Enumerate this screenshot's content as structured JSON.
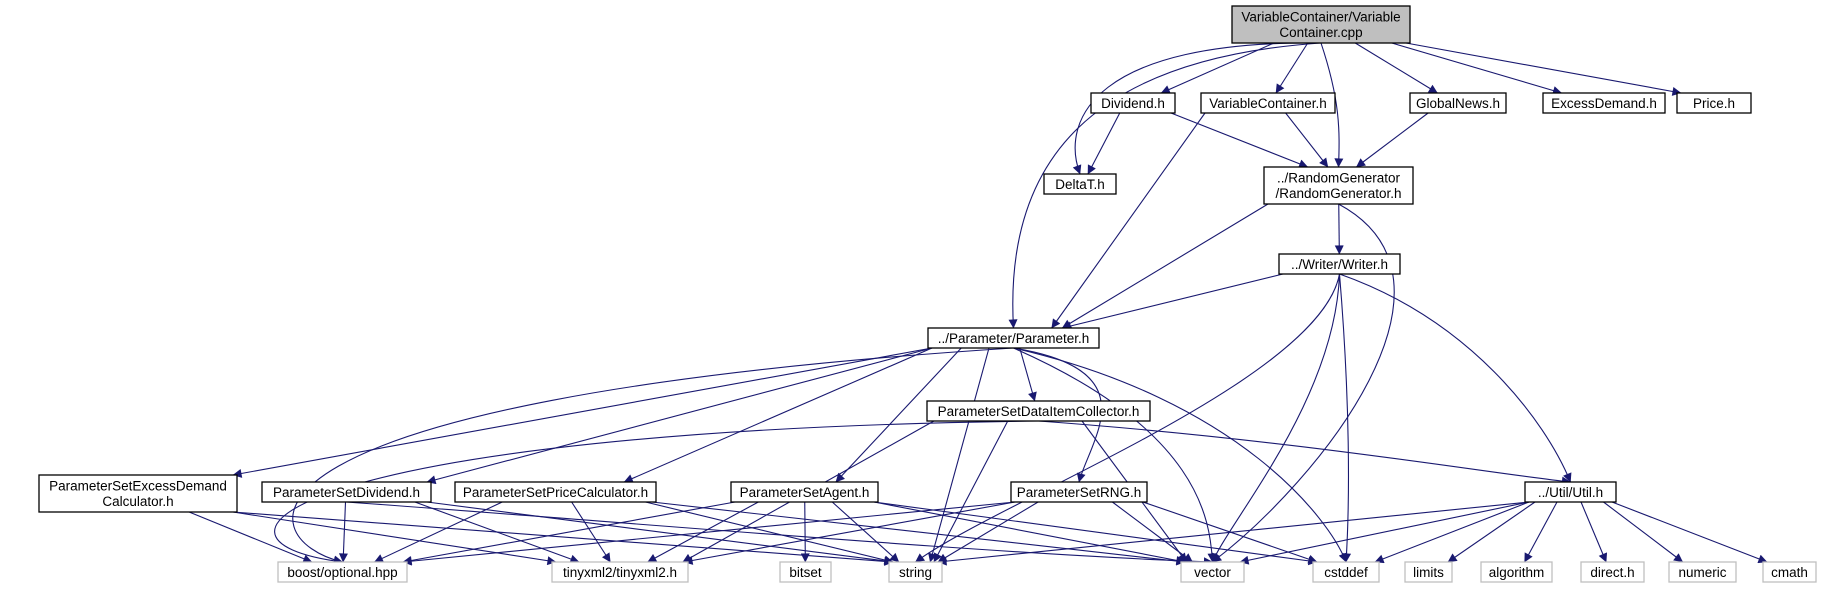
{
  "diagram": {
    "type": "include-dependency-graph",
    "colors": {
      "edge": "#191970",
      "node_border": "#000000",
      "node_fill": "#ffffff",
      "root_fill": "#bfbfbf",
      "external_border": "#bfbfbf"
    },
    "nodes": [
      {
        "id": "root",
        "lines": [
          "VariableContainer/Variable",
          "Container.cpp"
        ],
        "kind": "root"
      },
      {
        "id": "dividend",
        "lines": [
          "Dividend.h"
        ],
        "kind": "header"
      },
      {
        "id": "variablecontainer",
        "lines": [
          "VariableContainer.h"
        ],
        "kind": "header"
      },
      {
        "id": "globalnews",
        "lines": [
          "GlobalNews.h"
        ],
        "kind": "header"
      },
      {
        "id": "excessdemand",
        "lines": [
          "ExcessDemand.h"
        ],
        "kind": "header"
      },
      {
        "id": "price",
        "lines": [
          "Price.h"
        ],
        "kind": "header"
      },
      {
        "id": "deltat",
        "lines": [
          "DeltaT.h"
        ],
        "kind": "header"
      },
      {
        "id": "randomgenerator",
        "lines": [
          "../RandomGenerator",
          "/RandomGenerator.h"
        ],
        "kind": "header"
      },
      {
        "id": "writer",
        "lines": [
          "../Writer/Writer.h"
        ],
        "kind": "header"
      },
      {
        "id": "parameter",
        "lines": [
          "../Parameter/Parameter.h"
        ],
        "kind": "header"
      },
      {
        "id": "dataitemcollector",
        "lines": [
          "ParameterSetDataItemCollector.h"
        ],
        "kind": "header"
      },
      {
        "id": "excessdemandcalc",
        "lines": [
          "ParameterSetExcessDemand",
          "Calculator.h"
        ],
        "kind": "header"
      },
      {
        "id": "psdividend",
        "lines": [
          "ParameterSetDividend.h"
        ],
        "kind": "header"
      },
      {
        "id": "pricecalc",
        "lines": [
          "ParameterSetPriceCalculator.h"
        ],
        "kind": "header"
      },
      {
        "id": "agent",
        "lines": [
          "ParameterSetAgent.h"
        ],
        "kind": "header"
      },
      {
        "id": "rng",
        "lines": [
          "ParameterSetRNG.h"
        ],
        "kind": "header"
      },
      {
        "id": "util",
        "lines": [
          "../Util/Util.h"
        ],
        "kind": "header"
      },
      {
        "id": "boostoptional",
        "lines": [
          "boost/optional.hpp"
        ],
        "kind": "external"
      },
      {
        "id": "tinyxml2",
        "lines": [
          "tinyxml2/tinyxml2.h"
        ],
        "kind": "external"
      },
      {
        "id": "bitset",
        "lines": [
          "bitset"
        ],
        "kind": "external"
      },
      {
        "id": "string",
        "lines": [
          "string"
        ],
        "kind": "external"
      },
      {
        "id": "vector",
        "lines": [
          "vector"
        ],
        "kind": "external"
      },
      {
        "id": "cstddef",
        "lines": [
          "cstddef"
        ],
        "kind": "external"
      },
      {
        "id": "limits",
        "lines": [
          "limits"
        ],
        "kind": "external"
      },
      {
        "id": "algorithm",
        "lines": [
          "algorithm"
        ],
        "kind": "external"
      },
      {
        "id": "directh",
        "lines": [
          "direct.h"
        ],
        "kind": "external"
      },
      {
        "id": "numeric",
        "lines": [
          "numeric"
        ],
        "kind": "external"
      },
      {
        "id": "cmath",
        "lines": [
          "cmath"
        ],
        "kind": "external"
      }
    ],
    "edges": [
      [
        "root",
        "parameter"
      ],
      [
        "root",
        "deltat"
      ],
      [
        "root",
        "dividend"
      ],
      [
        "root",
        "variablecontainer"
      ],
      [
        "root",
        "randomgenerator"
      ],
      [
        "root",
        "globalnews"
      ],
      [
        "root",
        "excessdemand"
      ],
      [
        "root",
        "price"
      ],
      [
        "dividend",
        "deltat"
      ],
      [
        "dividend",
        "randomgenerator"
      ],
      [
        "variablecontainer",
        "randomgenerator"
      ],
      [
        "variablecontainer",
        "parameter"
      ],
      [
        "globalnews",
        "randomgenerator"
      ],
      [
        "randomgenerator",
        "writer"
      ],
      [
        "randomgenerator",
        "parameter"
      ],
      [
        "randomgenerator",
        "vector"
      ],
      [
        "writer",
        "parameter"
      ],
      [
        "writer",
        "string"
      ],
      [
        "writer",
        "vector"
      ],
      [
        "writer",
        "cstddef"
      ],
      [
        "writer",
        "util"
      ],
      [
        "parameter",
        "boostoptional"
      ],
      [
        "parameter",
        "excessdemandcalc"
      ],
      [
        "parameter",
        "psdividend"
      ],
      [
        "parameter",
        "pricecalc"
      ],
      [
        "parameter",
        "agent"
      ],
      [
        "parameter",
        "dataitemcollector"
      ],
      [
        "parameter",
        "rng"
      ],
      [
        "parameter",
        "string"
      ],
      [
        "parameter",
        "vector"
      ],
      [
        "parameter",
        "cstddef"
      ],
      [
        "dataitemcollector",
        "boostoptional"
      ],
      [
        "dataitemcollector",
        "tinyxml2"
      ],
      [
        "dataitemcollector",
        "string"
      ],
      [
        "dataitemcollector",
        "vector"
      ],
      [
        "dataitemcollector",
        "util"
      ],
      [
        "excessdemandcalc",
        "boostoptional"
      ],
      [
        "excessdemandcalc",
        "tinyxml2"
      ],
      [
        "excessdemandcalc",
        "string"
      ],
      [
        "psdividend",
        "boostoptional"
      ],
      [
        "psdividend",
        "tinyxml2"
      ],
      [
        "psdividend",
        "string"
      ],
      [
        "psdividend",
        "vector"
      ],
      [
        "pricecalc",
        "boostoptional"
      ],
      [
        "pricecalc",
        "tinyxml2"
      ],
      [
        "pricecalc",
        "string"
      ],
      [
        "pricecalc",
        "vector"
      ],
      [
        "agent",
        "boostoptional"
      ],
      [
        "agent",
        "tinyxml2"
      ],
      [
        "agent",
        "bitset"
      ],
      [
        "agent",
        "string"
      ],
      [
        "agent",
        "vector"
      ],
      [
        "agent",
        "cstddef"
      ],
      [
        "rng",
        "boostoptional"
      ],
      [
        "rng",
        "tinyxml2"
      ],
      [
        "rng",
        "string"
      ],
      [
        "rng",
        "vector"
      ],
      [
        "rng",
        "cstddef"
      ],
      [
        "util",
        "string"
      ],
      [
        "util",
        "vector"
      ],
      [
        "util",
        "cstddef"
      ],
      [
        "util",
        "limits"
      ],
      [
        "util",
        "algorithm"
      ],
      [
        "util",
        "directh"
      ],
      [
        "util",
        "numeric"
      ],
      [
        "util",
        "cmath"
      ]
    ]
  }
}
